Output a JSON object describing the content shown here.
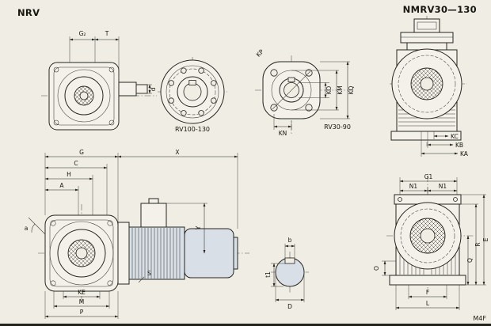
{
  "page": {
    "title_left": "NRV",
    "title_right": "NMRV30—130",
    "note": "M4F"
  },
  "views": {
    "side": {
      "g2": "G₂",
      "t": "T",
      "d": "d"
    },
    "flange_round": {
      "caption": "RV100-130"
    },
    "flange_square": {
      "caption": "RV30-90",
      "kp": "KP",
      "ko": "KO",
      "km": "KM",
      "kq": "KQ",
      "kn": "KN"
    },
    "front_top": {
      "kc": "KC",
      "kb": "KB",
      "ka": "KA"
    },
    "assembly": {
      "g": "G",
      "x": "X",
      "c": "C",
      "h": "H",
      "a": "A",
      "angle": "a",
      "y": "Y",
      "s": "S",
      "ke": "KE",
      "m": "M",
      "p": "P"
    },
    "shaft": {
      "b": "b",
      "t1": "t1",
      "d": "D"
    },
    "front_bottom": {
      "g1": "G1",
      "n1_left": "N1",
      "n1_right": "N1",
      "e": "E",
      "r": "R",
      "q": "Q",
      "o": "O",
      "f": "F",
      "l": "L"
    }
  }
}
